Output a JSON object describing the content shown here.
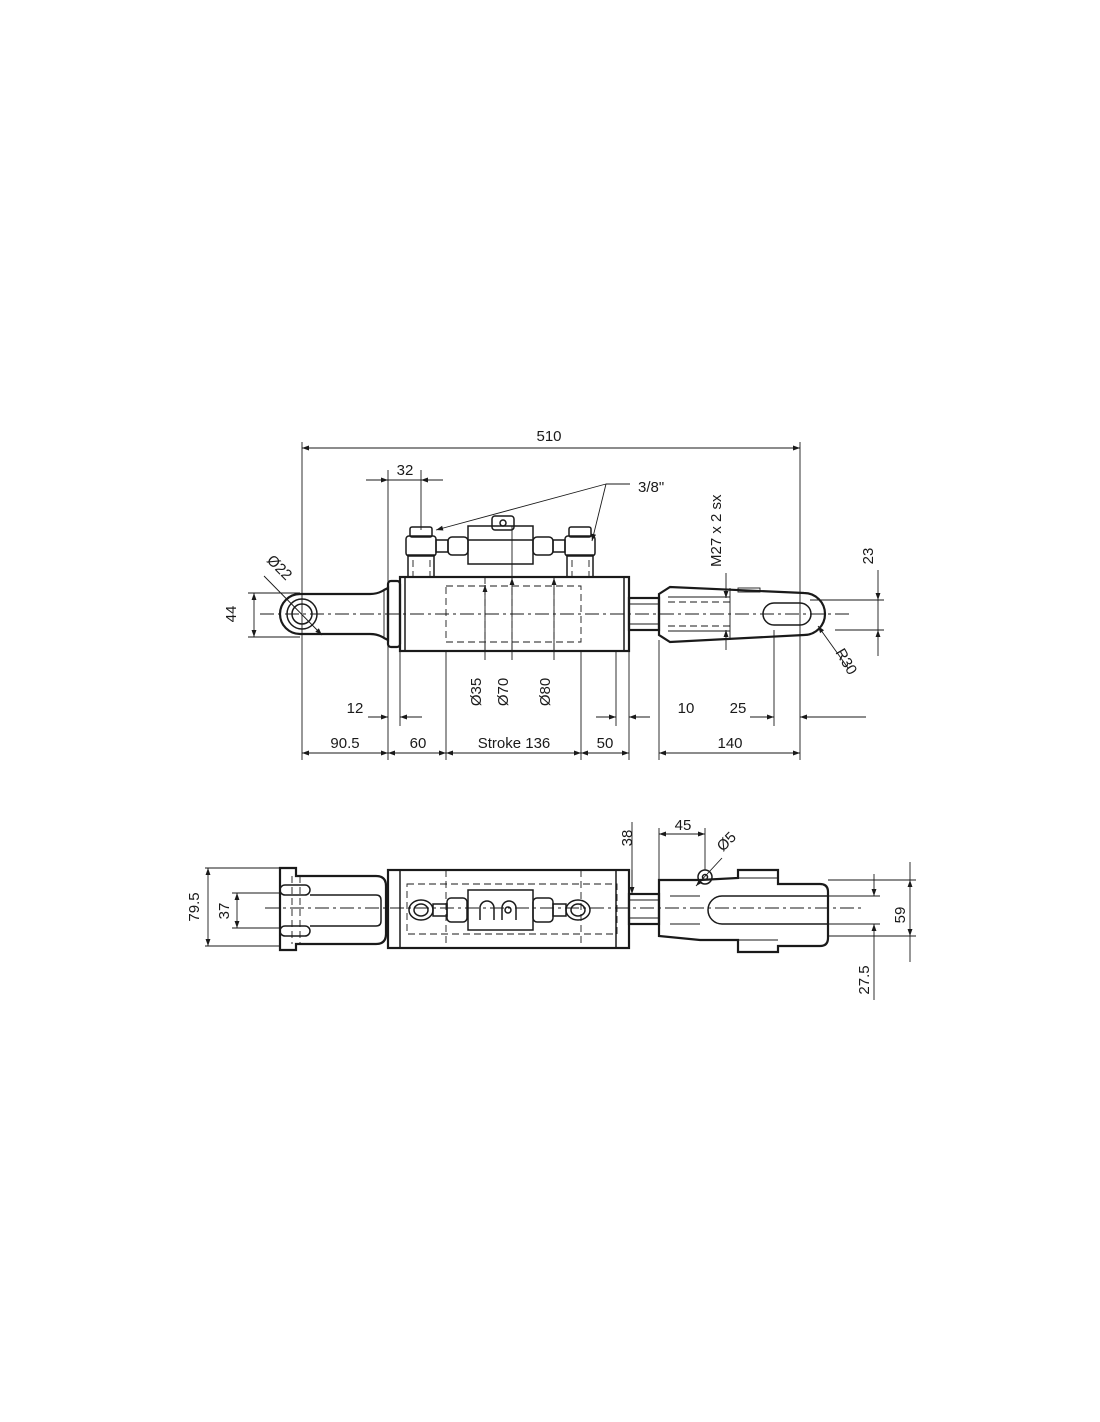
{
  "side_view": {
    "overall_length": "510",
    "port_spacing": "32",
    "port_thread": "3/8\"",
    "rod_thread": "M27 x 2 sx",
    "tip_offset": "23",
    "pin_hole_dia": "Ø22",
    "eye_height": "44",
    "tip_radius": "R30",
    "rod_dia": "Ø35",
    "bore_dia": "Ø70",
    "tube_dia": "Ø80",
    "dim_12": "12",
    "dim_10": "10",
    "dim_25": "25",
    "dim_90_5": "90.5",
    "dim_60": "60",
    "stroke": "Stroke 136",
    "dim_50": "50",
    "dim_140": "140"
  },
  "top_view": {
    "clevis_outer": "79.5",
    "clevis_inner": "37",
    "dim_38": "38",
    "dim_45": "45",
    "pin_dia": "Ø5",
    "fork_width": "59",
    "fork_slot": "27.5"
  }
}
